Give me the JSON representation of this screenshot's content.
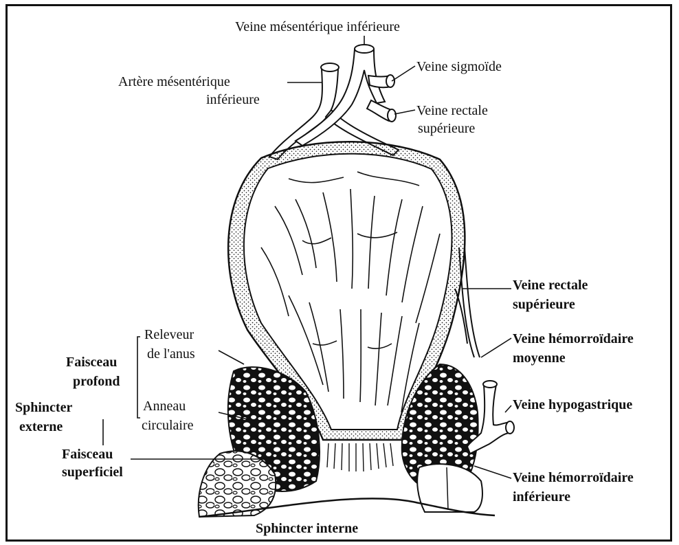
{
  "labels": {
    "veine_mesenterique_inferieure": "Veine mésentérique inférieure",
    "artere_mesenterique_1": "Artère mésentérique",
    "artere_mesenterique_2": "inférieure",
    "veine_sigmoide": "Veine sigmoïde",
    "veine_rectale_sup_top_1": "Veine rectale",
    "veine_rectale_sup_top_2": "supérieure",
    "veine_rectale_sup_right_1": "Veine rectale",
    "veine_rectale_sup_right_2": "supérieure",
    "releveur_1": "Releveur",
    "releveur_2": "de l'anus",
    "faisceau_profond_1": "Faisceau",
    "faisceau_profond_2": "profond",
    "sphincter_externe_1": "Sphincter",
    "sphincter_externe_2": "externe",
    "anneau_1": "Anneau",
    "anneau_2": "circulaire",
    "faisceau_superficiel_1": "Faisceau",
    "faisceau_superficiel_2": "superficiel",
    "hemorroidaire_moyenne_1": "Veine hémorroïdaire",
    "hemorroidaire_moyenne_2": "moyenne",
    "veine_hypogastrique": "Veine hypogastrique",
    "hemorroidaire_inferieure_1": "Veine hémorroïdaire",
    "hemorroidaire_inferieure_2": "inférieure",
    "sphincter_interne": "Sphincter interne"
  }
}
